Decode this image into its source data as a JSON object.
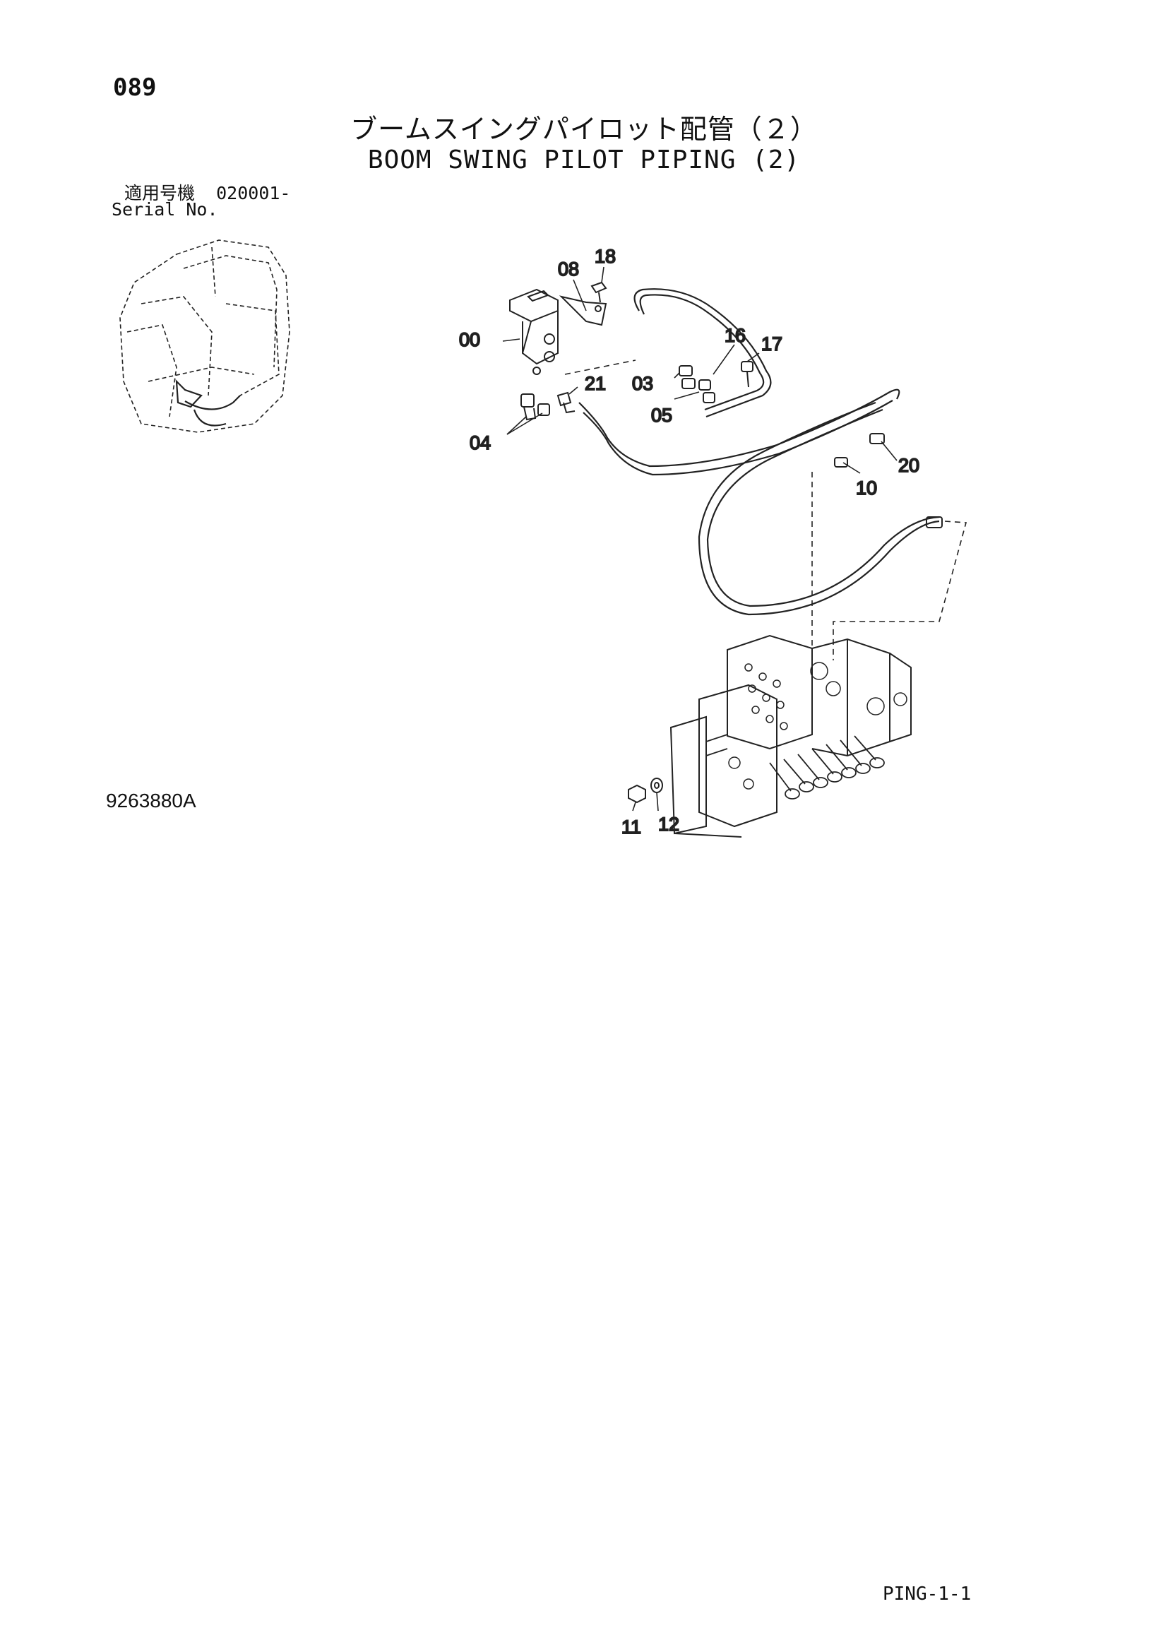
{
  "header": {
    "page_number": "089",
    "title_jp": "ブームスイングパイロット配管（２）",
    "title_en": "BOOM SWING PILOT PIPING (2)",
    "serial_label_jp": "適用号機",
    "serial_value": "020001-",
    "serial_label_en": "Serial No."
  },
  "diagram": {
    "part_labels": [
      "00",
      "03",
      "04",
      "05",
      "08",
      "10",
      "11",
      "12",
      "16",
      "17",
      "18",
      "20",
      "21"
    ],
    "reference_code": "9263880A"
  },
  "footer": {
    "page_code": "PING-1-1"
  }
}
